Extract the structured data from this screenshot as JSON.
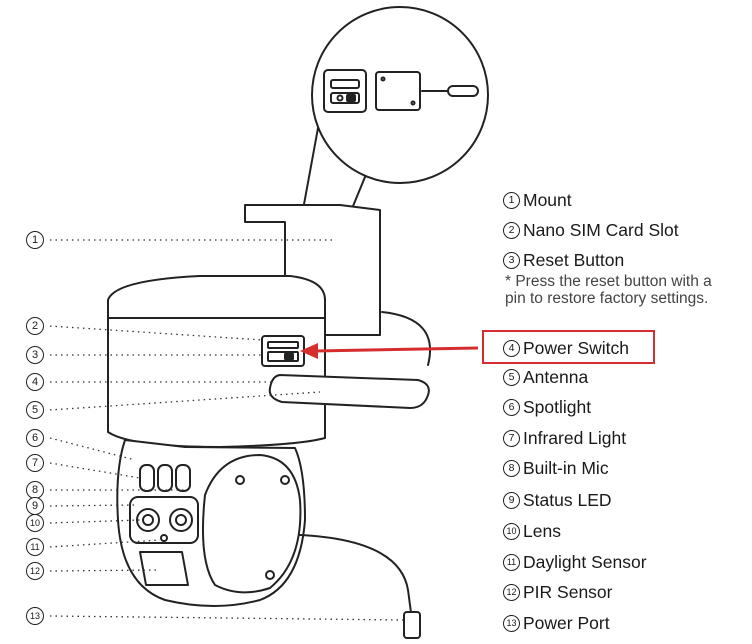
{
  "legend": [
    {
      "num": "1",
      "label": "Mount"
    },
    {
      "num": "2",
      "label": "Nano SIM Card Slot"
    },
    {
      "num": "3",
      "label": "Reset Button"
    },
    {
      "num": "4",
      "label": "Power Switch"
    },
    {
      "num": "5",
      "label": "Antenna"
    },
    {
      "num": "6",
      "label": "Spotlight"
    },
    {
      "num": "7",
      "label": "Infrared Light"
    },
    {
      "num": "8",
      "label": "Built-in Mic"
    },
    {
      "num": "9",
      "label": "Status LED"
    },
    {
      "num": "10",
      "label": "Lens"
    },
    {
      "num": "11",
      "label": "Daylight Sensor"
    },
    {
      "num": "12",
      "label": "PIR Sensor"
    },
    {
      "num": "13",
      "label": "Power Port"
    }
  ],
  "reset_note": "* Press the reset button with a pin to restore factory settings.",
  "colors": {
    "highlight": "#d62e2e",
    "line": "#222222"
  }
}
